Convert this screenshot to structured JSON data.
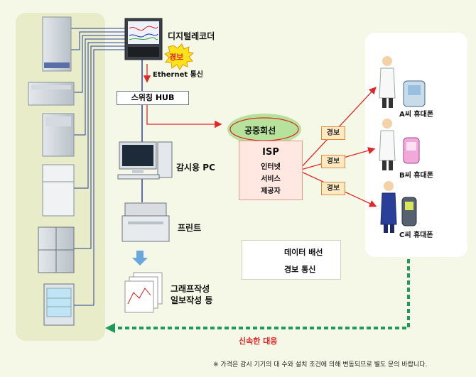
{
  "labels": {
    "digital_recorder": "디지털레코더",
    "alarm_badge": "경보",
    "ethernet": "Ethernet 통신",
    "switching_hub": "스위칭 HUB",
    "public_line": "공중회선",
    "isp_title": "ISP",
    "isp_line1": "인터넷",
    "isp_line2": "서비스",
    "isp_line3": "제공자",
    "monitor_pc": "감시용 PC",
    "printer": "프린트",
    "graph_line1": "그래프작성",
    "graph_line2": "일보작성 등",
    "rapid_response": "신속한 대응",
    "footnote": "※ 가격은 감시 기기의 대 수와 설치 조건에 의해 변동되므로 별도 문의 바랍니다."
  },
  "alarm_tags": [
    "경보",
    "경보",
    "경보"
  ],
  "phones": [
    {
      "label": "A씨 휴대폰"
    },
    {
      "label": "B씨 휴대폰"
    },
    {
      "label": "C씨 휴대폰"
    }
  ],
  "legend": {
    "data_wiring": "데이터 배선",
    "alarm_comm": "경보 통신"
  },
  "colors": {
    "data_line": "#2a3f9a",
    "alarm_line": "#e02828",
    "response_arrow": "#1e9a5a",
    "left_panel": "#e8ecc8",
    "public_line_fill": "#b6e29c"
  }
}
